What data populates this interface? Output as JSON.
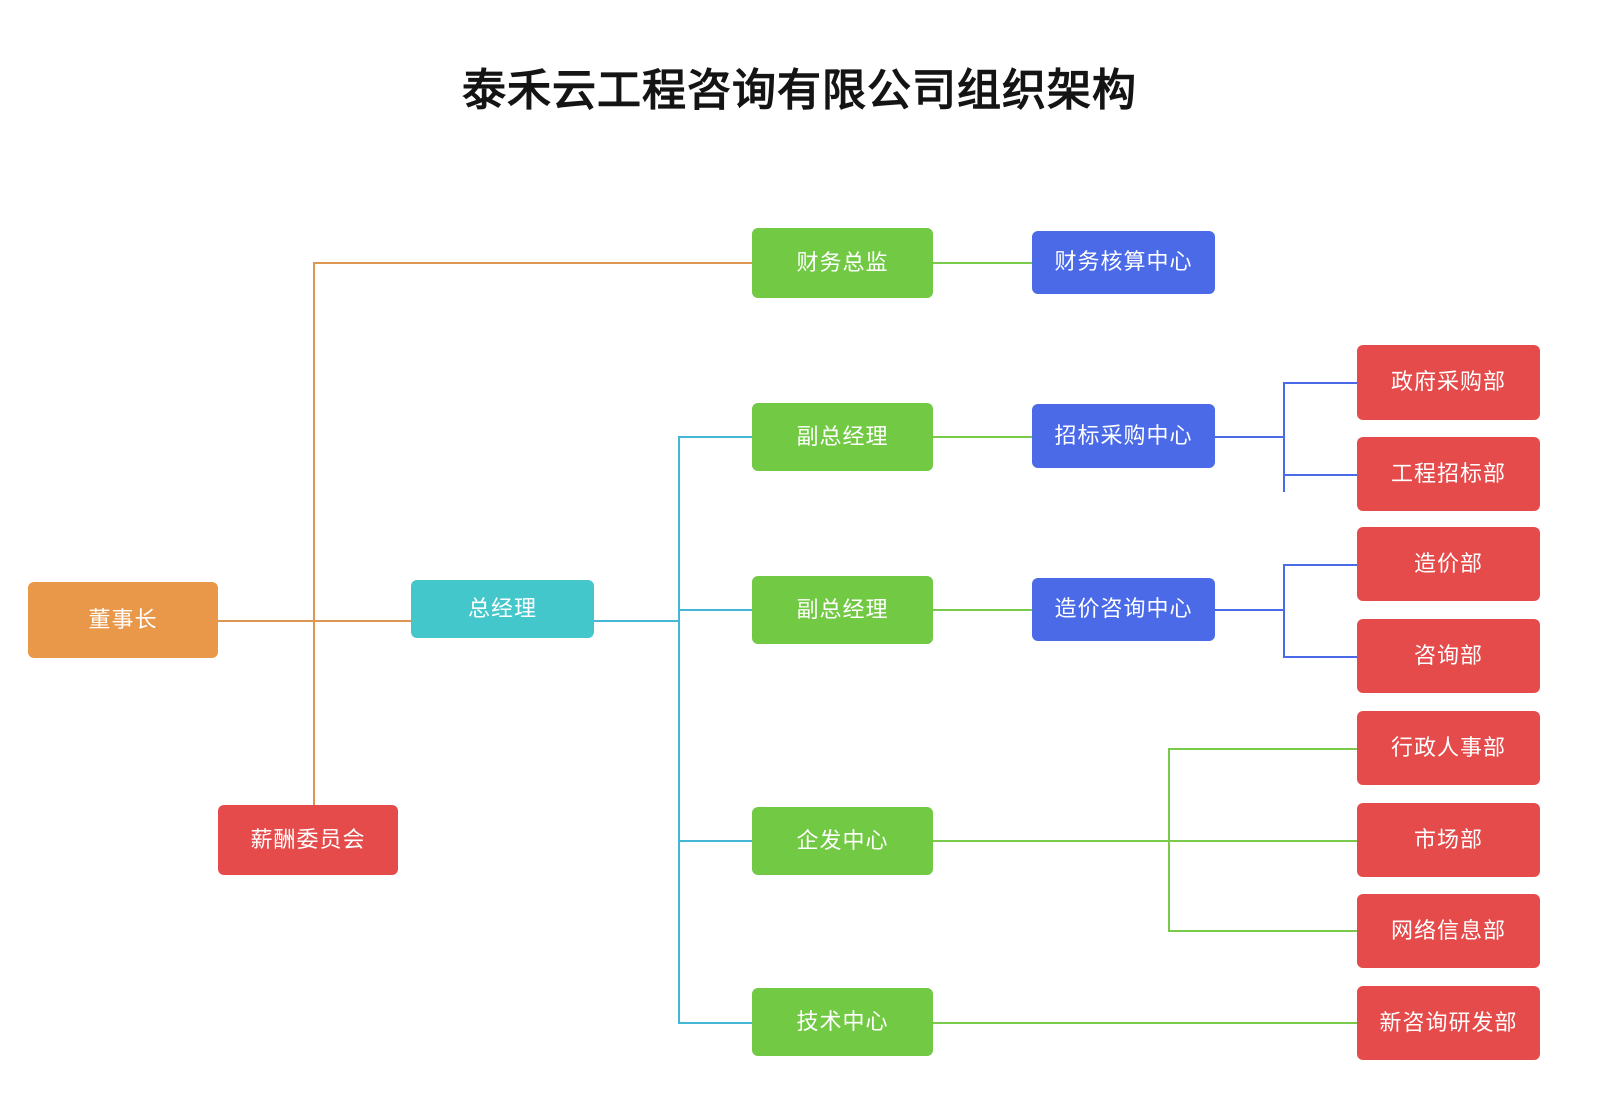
{
  "title": "泰禾云工程咨询有限公司组织架构",
  "colors": {
    "chairman": "#e99749",
    "general_manager": "#44c7cb",
    "center_green": "#72c944",
    "center_blue": "#4a6ae8",
    "department_red": "#e54b4b",
    "edge_orange": "#dd9552",
    "edge_teal": "#44b7d6",
    "edge_green": "#79c94a",
    "edge_blue": "#4a6ae8",
    "background": "#ffffff",
    "title_text": "#141414"
  },
  "nodes": {
    "chairman": "董事长",
    "comp_committee": "薪酬委员会",
    "general_manager": "总经理",
    "cfo": "财务总监",
    "vgm_bid": "副总经理",
    "vgm_cost": "副总经理",
    "enterprise_dev_center": "企发中心",
    "tech_center": "技术中心",
    "finance_center": "财务核算中心",
    "bidding_center": "招标采购中心",
    "cost_center": "造价咨询中心",
    "gov_procurement_dept": "政府采购部",
    "engineering_bid_dept": "工程招标部",
    "cost_dept": "造价部",
    "consulting_dept": "咨询部",
    "admin_hr_dept": "行政人事部",
    "marketing_dept": "市场部",
    "network_info_dept": "网络信息部",
    "new_consult_rd_dept": "新咨询研发部"
  },
  "chart_data": {
    "type": "diagram",
    "diagram_kind": "organization-chart",
    "title": "泰禾云工程咨询有限公司组织架构",
    "levels": [
      {
        "level": 1,
        "nodes": [
          {
            "id": "chairman",
            "label": "董事长",
            "color": "#e99749"
          }
        ]
      },
      {
        "level": 2,
        "nodes": [
          {
            "id": "comp_committee",
            "label": "薪酬委员会",
            "color": "#e54b4b"
          },
          {
            "id": "general_manager",
            "label": "总经理",
            "color": "#44c7cb"
          },
          {
            "id": "cfo",
            "label": "财务总监",
            "color": "#72c944"
          }
        ]
      },
      {
        "level": 3,
        "nodes": [
          {
            "id": "vgm_bid",
            "label": "副总经理",
            "color": "#72c944"
          },
          {
            "id": "vgm_cost",
            "label": "副总经理",
            "color": "#72c944"
          },
          {
            "id": "enterprise_dev_center",
            "label": "企发中心",
            "color": "#72c944"
          },
          {
            "id": "tech_center",
            "label": "技术中心",
            "color": "#72c944"
          }
        ]
      },
      {
        "level": 4,
        "nodes": [
          {
            "id": "finance_center",
            "label": "财务核算中心",
            "color": "#4a6ae8"
          },
          {
            "id": "bidding_center",
            "label": "招标采购中心",
            "color": "#4a6ae8"
          },
          {
            "id": "cost_center",
            "label": "造价咨询中心",
            "color": "#4a6ae8"
          }
        ]
      },
      {
        "level": 5,
        "nodes": [
          {
            "id": "gov_procurement_dept",
            "label": "政府采购部",
            "color": "#e54b4b"
          },
          {
            "id": "engineering_bid_dept",
            "label": "工程招标部",
            "color": "#e54b4b"
          },
          {
            "id": "cost_dept",
            "label": "造价部",
            "color": "#e54b4b"
          },
          {
            "id": "consulting_dept",
            "label": "咨询部",
            "color": "#e54b4b"
          },
          {
            "id": "admin_hr_dept",
            "label": "行政人事部",
            "color": "#e54b4b"
          },
          {
            "id": "marketing_dept",
            "label": "市场部",
            "color": "#e54b4b"
          },
          {
            "id": "network_info_dept",
            "label": "网络信息部",
            "color": "#e54b4b"
          },
          {
            "id": "new_consult_rd_dept",
            "label": "新咨询研发部",
            "color": "#e54b4b"
          }
        ]
      }
    ],
    "edges": [
      {
        "from": "chairman",
        "to": "comp_committee",
        "color": "#dd9552"
      },
      {
        "from": "chairman",
        "to": "cfo",
        "color": "#dd9552"
      },
      {
        "from": "chairman",
        "to": "general_manager",
        "color": "#dd9552"
      },
      {
        "from": "general_manager",
        "to": "vgm_bid",
        "color": "#44b7d6"
      },
      {
        "from": "general_manager",
        "to": "vgm_cost",
        "color": "#44b7d6"
      },
      {
        "from": "general_manager",
        "to": "enterprise_dev_center",
        "color": "#44b7d6"
      },
      {
        "from": "general_manager",
        "to": "tech_center",
        "color": "#44b7d6"
      },
      {
        "from": "cfo",
        "to": "finance_center",
        "color": "#79c94a"
      },
      {
        "from": "vgm_bid",
        "to": "bidding_center",
        "color": "#79c94a"
      },
      {
        "from": "vgm_cost",
        "to": "cost_center",
        "color": "#79c94a"
      },
      {
        "from": "bidding_center",
        "to": "gov_procurement_dept",
        "color": "#4a6ae8"
      },
      {
        "from": "bidding_center",
        "to": "engineering_bid_dept",
        "color": "#4a6ae8"
      },
      {
        "from": "cost_center",
        "to": "cost_dept",
        "color": "#4a6ae8"
      },
      {
        "from": "cost_center",
        "to": "consulting_dept",
        "color": "#4a6ae8"
      },
      {
        "from": "enterprise_dev_center",
        "to": "admin_hr_dept",
        "color": "#79c94a"
      },
      {
        "from": "enterprise_dev_center",
        "to": "marketing_dept",
        "color": "#79c94a"
      },
      {
        "from": "enterprise_dev_center",
        "to": "network_info_dept",
        "color": "#79c94a"
      },
      {
        "from": "tech_center",
        "to": "new_consult_rd_dept",
        "color": "#79c94a"
      }
    ]
  }
}
